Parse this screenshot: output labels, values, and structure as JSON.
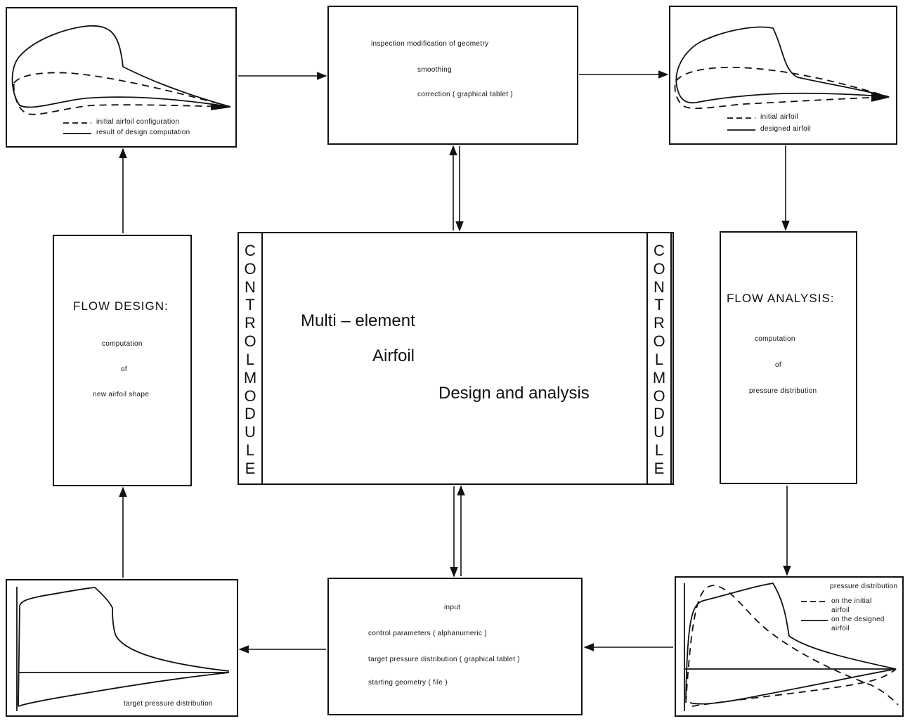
{
  "top_left_panel": {
    "legend_initial": "initial airfoil configuration",
    "legend_result": "result of design computation"
  },
  "top_center_panel": {
    "line1": "inspection   modification of geometry",
    "line2": "smoothing",
    "line3": "correction ( graphical tablet )"
  },
  "top_right_panel": {
    "legend_initial": "initial airfoil",
    "legend_designed": "designed airfoil"
  },
  "flow_design": {
    "title": "FLOW DESIGN:",
    "line1": "computation",
    "line2": "of",
    "line3": "new airfoil shape"
  },
  "center": {
    "line1": "Multi – element",
    "line2": "Airfoil",
    "line3": "Design and analysis",
    "control_left": [
      "C",
      "O",
      "N",
      "T",
      "R",
      "O",
      "L",
      "M",
      "O",
      "D",
      "U",
      "L",
      "E"
    ],
    "control_right": [
      "C",
      "O",
      "N",
      "T",
      "R",
      "O",
      "L",
      "M",
      "O",
      "D",
      "U",
      "L",
      "E"
    ]
  },
  "flow_analysis": {
    "title": "FLOW ANALYSIS:",
    "line1": "computation",
    "line2": "of",
    "line3": "pressure distribution"
  },
  "bottom_left_panel": {
    "caption": "target pressure distribution"
  },
  "bottom_center_panel": {
    "line1": "input",
    "line2": "control parameters ( alphanumeric )",
    "line3": "target pressure distribution ( graphical tablet )",
    "line4": "starting geometry ( file )"
  },
  "bottom_right_panel": {
    "title": "pressure distribution",
    "legend_initial_1": "on the initial",
    "legend_initial_2": "airfoil",
    "legend_designed_1": "on the designed",
    "legend_designed_2": "airfoil"
  }
}
